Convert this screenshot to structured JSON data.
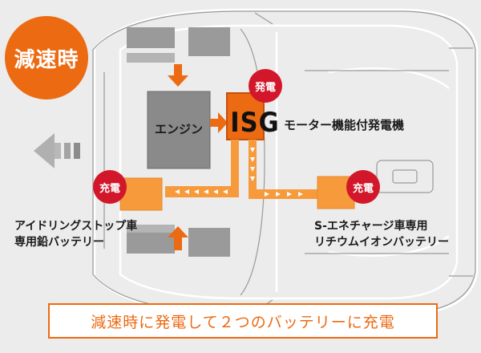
{
  "mode_badge": "減速時",
  "components": {
    "engine": "エンジン",
    "isg": "ISG",
    "isg_desc": "モーター機能付発電機"
  },
  "badges": {
    "generate": "発電",
    "charge_left": "充電",
    "charge_right": "充電"
  },
  "batteries": {
    "left_line1": "アイドリングストップ車",
    "left_line2": "専用鉛バッテリー",
    "right_line1": "S-エネチャージ車専用",
    "right_line2": "リチウムイオンバッテリー"
  },
  "caption": "減速時に発電して２つのバッテリーに充電",
  "colors": {
    "accent": "#ec6a12",
    "battery": "#f79a3c",
    "red": "#d3172a",
    "engine": "#8a8a8a"
  }
}
